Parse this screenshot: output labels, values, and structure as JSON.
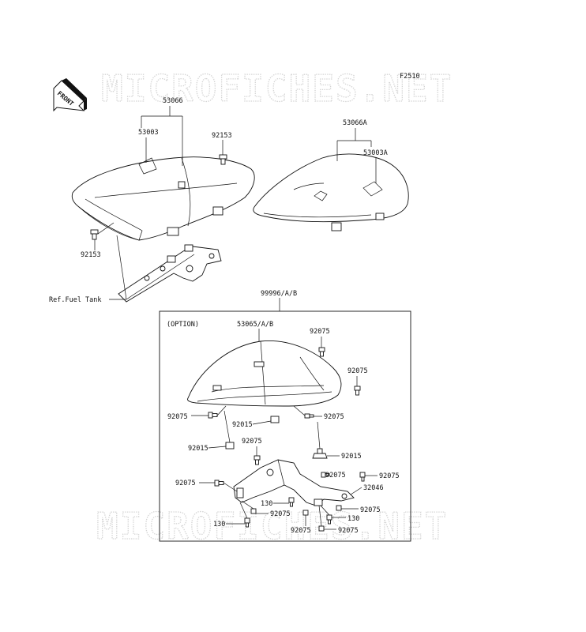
{
  "watermark": "MICROFICHES.NET",
  "figure_code": "F2510",
  "front_arrow": "FRONT",
  "option_label": "(OPTION)",
  "ref_label": "Ref.Fuel Tank",
  "labels": {
    "p53066": "53066",
    "p53003": "53003",
    "p92153_top": "92153",
    "p92153_left": "92153",
    "p53066A": "53066A",
    "p53003A": "53003A",
    "p99996": "99996/A/B",
    "p53065": "53065/A/B",
    "p92075_a": "92075",
    "p92075_b": "92075",
    "p92075_c": "92075",
    "p92075_d": "92075",
    "p92015_a": "92015",
    "p92075_e": "92075",
    "p92015_b": "92015",
    "p92015_c": "92015",
    "p92075_f": "92075",
    "p92075_g": "92075",
    "p92075_h": "92075",
    "p32046": "32046",
    "p130_a": "130",
    "p92075_i": "92075",
    "p92075_j": "92075",
    "p130_b": "130",
    "p130_c": "130",
    "p92075_k": "92075",
    "p92075_l": "92075"
  }
}
